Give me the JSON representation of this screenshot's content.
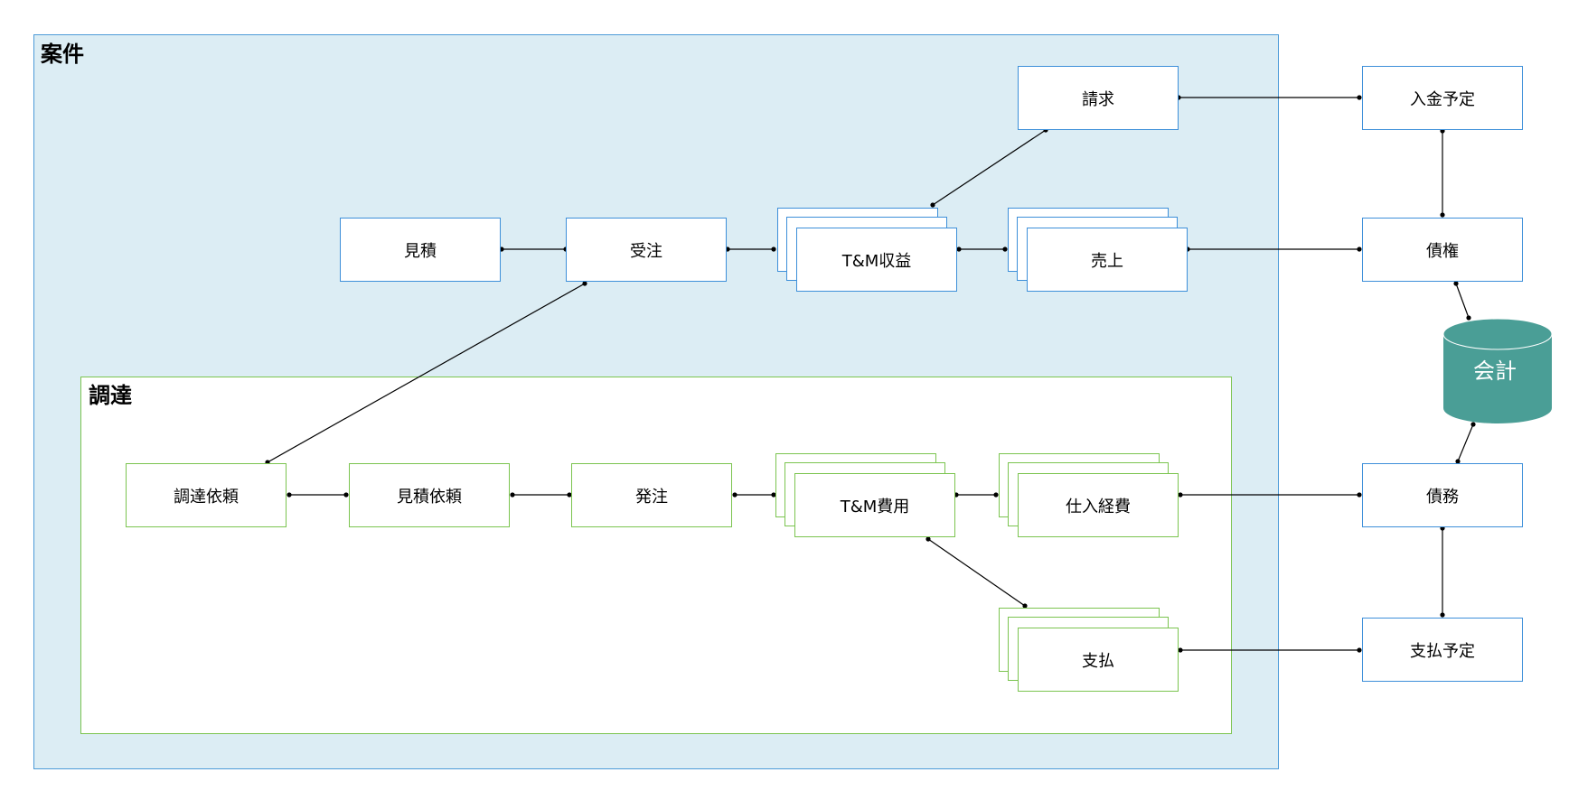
{
  "groups": {
    "project": {
      "title": "案件"
    },
    "procurement": {
      "title": "調達"
    }
  },
  "nodes": {
    "estimate": "見積",
    "order_received": "受注",
    "invoice": "請求",
    "tm_revenue": "T&M収益",
    "sales": "売上",
    "payment_receipt_plan": "入金予定",
    "receivable": "債権",
    "accounting": "会計",
    "payable": "債務",
    "payment_plan": "支払予定",
    "procurement_request": "調達依頼",
    "quote_request": "見積依頼",
    "purchase_order": "発注",
    "tm_cost": "T&M費用",
    "purchase_expense": "仕入経費",
    "payment": "支払"
  },
  "colors": {
    "project_fill": "#dcedf4",
    "project_border": "#4d9bd8",
    "procurement_border": "#7bc44f",
    "node_blue_border": "#3d8fd9",
    "node_green_border": "#7bc44f",
    "database_fill": "#4a9e96",
    "connector": "#000000"
  }
}
